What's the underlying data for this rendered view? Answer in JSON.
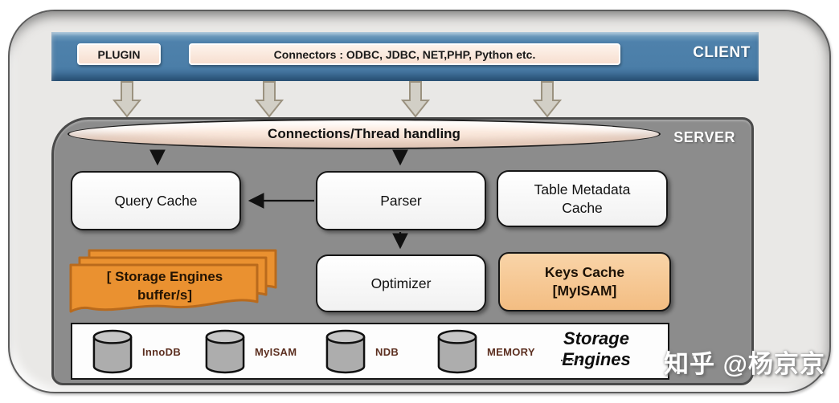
{
  "client": {
    "label": "CLIENT",
    "plugin_label": "PLUGIN",
    "connectors_label": "Connectors : ODBC, JDBC, NET,PHP, Python etc."
  },
  "server": {
    "label": "SERVER",
    "connections_label": "Connections/Thread handling",
    "nodes": {
      "query_cache": "Query Cache",
      "parser": "Parser",
      "table_metadata_cache": {
        "line1": "Table Metadata",
        "line2": "Cache"
      },
      "optimizer": "Optimizer",
      "keys_cache": {
        "line1": "Keys Cache",
        "line2": "[MyISAM]"
      },
      "storage_buffer": {
        "line1": "[ Storage Engines",
        "line2": "buffer/s]"
      }
    },
    "storage_engines": {
      "title": "Storage Engines",
      "ellipsis": "......",
      "engines": [
        {
          "label": "InnoDB"
        },
        {
          "label": "MyISAM"
        },
        {
          "label": "NDB"
        },
        {
          "label": "MEMORY"
        }
      ]
    }
  },
  "watermark": "知乎 @杨京京",
  "colors": {
    "client_bar_blue": "#4E81AB",
    "panel_cream": "#FAE5D8",
    "server_gray": "#8C8C8C",
    "buffer_orange": "#EA9130",
    "buffer_orange_border": "#B96A1C",
    "keys_cache_tan": "#F5C68F",
    "arrow_gray": "#D2CFC6",
    "engine_label_brown": "#5C2F20"
  }
}
